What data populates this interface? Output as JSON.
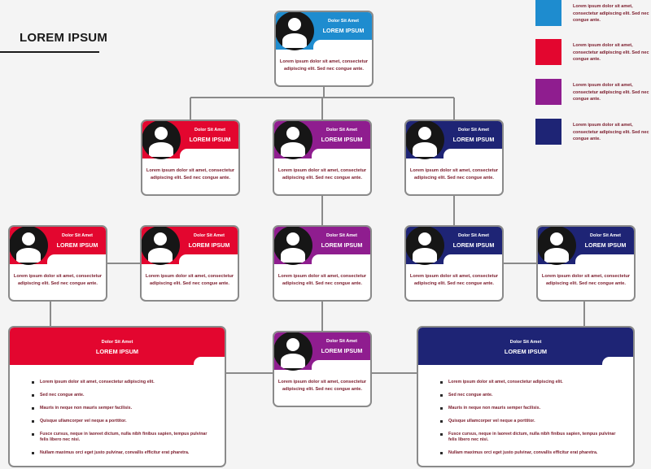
{
  "title": "LOREM IPSUM",
  "colors": {
    "red": "#e3062f",
    "purple": "#8f1d8f",
    "navy": "#1e2475",
    "blue": "#1e8ccf",
    "connector": "#8a8a8a",
    "text": "#7a1a2a"
  },
  "legend": [
    {
      "color": "blue",
      "text": "Lorem ipsum dolor sit amet, consectetur adipiscing elit. Sed nec congue ante."
    },
    {
      "color": "red",
      "text": "Lorem ipsum dolor sit amet, consectetur adipiscing elit. Sed nec congue ante."
    },
    {
      "color": "purple",
      "text": "Lorem ipsum dolor sit amet, consectetur adipiscing elit. Sed nec congue ante."
    },
    {
      "color": "navy",
      "text": "Lorem ipsum dolor sit amet, consectetur adipiscing elit. Sed nec congue ante."
    }
  ],
  "nodes": [
    {
      "id": "root",
      "color": "blue",
      "icon": "person-avatar-icon",
      "subtitle": "Dolor Sit Amet",
      "title": "LOREM IPSUM",
      "text": "Lorem ipsum dolor sit amet, consectetur adipiscing elit. Sed nec congue ante."
    },
    {
      "id": "l2-red",
      "color": "red",
      "icon": "person-avatar-icon",
      "subtitle": "Dolor Sit Amet",
      "title": "LOREM IPSUM",
      "text": "Lorem ipsum dolor sit amet, consectetur adipiscing elit. Sed nec congue ante."
    },
    {
      "id": "l2-purple",
      "color": "purple",
      "icon": "person-avatar-icon",
      "subtitle": "Dolor Sit Amet",
      "title": "LOREM IPSUM",
      "text": "Lorem ipsum dolor sit amet, consectetur adipiscing elit. Sed nec congue ante."
    },
    {
      "id": "l2-navy",
      "color": "navy",
      "icon": "person-avatar-icon",
      "subtitle": "Dolor Sit Amet",
      "title": "LOREM IPSUM",
      "text": "Lorem ipsum dolor sit amet, consectetur adipiscing elit. Sed nec congue ante."
    },
    {
      "id": "l3-red-a",
      "color": "red",
      "icon": "person-avatar-icon",
      "subtitle": "Dolor Sit Amet",
      "title": "LOREM IPSUM",
      "text": "Lorem ipsum dolor sit amet, consectetur adipiscing elit. Sed nec congue ante."
    },
    {
      "id": "l3-red-b",
      "color": "red",
      "icon": "person-avatar-icon",
      "subtitle": "Dolor Sit Amet",
      "title": "LOREM IPSUM",
      "text": "Lorem ipsum dolor sit amet, consectetur adipiscing elit. Sed nec congue ante."
    },
    {
      "id": "l3-purple",
      "color": "purple",
      "icon": "person-avatar-icon",
      "subtitle": "Dolor Sit Amet",
      "title": "LOREM IPSUM",
      "text": "Lorem ipsum dolor sit amet, consectetur adipiscing elit. Sed nec congue ante."
    },
    {
      "id": "l3-navy-a",
      "color": "navy",
      "icon": "person-avatar-icon",
      "subtitle": "Dolor Sit Amet",
      "title": "LOREM IPSUM",
      "text": "Lorem ipsum dolor sit amet, consectetur adipiscing elit. Sed nec congue ante."
    },
    {
      "id": "l3-navy-b",
      "color": "navy",
      "icon": "person-avatar-icon",
      "subtitle": "Dolor Sit Amet",
      "title": "LOREM IPSUM",
      "text": "Lorem ipsum dolor sit amet, consectetur adipiscing elit. Sed nec congue ante."
    },
    {
      "id": "l4-purple",
      "color": "purple",
      "icon": "person-avatar-icon",
      "subtitle": "Dolor Sit Amet",
      "title": "LOREM IPSUM",
      "text": "Lorem ipsum dolor sit amet, consectetur adipiscing elit. Sed nec congue ante."
    }
  ],
  "big_cards": [
    {
      "id": "big-red",
      "color": "red",
      "subtitle": "Dolor Sit Amet",
      "title": "LOREM IPSUM",
      "items": [
        "Lorem ipsum dolor sit amet, consectetur adipiscing elit.",
        "Sed nec congue ante.",
        "Mauris in neque non mauris semper facilisis.",
        "Quisque ullamcorper vel neque a porttitor.",
        "Fusce cursus, neque in laoreet dictum, nulla nibh finibus sapien, tempus pulvinar felis libero nec nisi.",
        "Nullam maximus orci eget justo pulvinar, convallis efficitur erat pharetra."
      ]
    },
    {
      "id": "big-navy",
      "color": "navy",
      "subtitle": "Dolor Sit Amet",
      "title": "LOREM IPSUM",
      "items": [
        "Lorem ipsum dolor sit amet, consectetur adipiscing elit.",
        "Sed nec congue ante.",
        "Mauris in neque non mauris semper facilisis.",
        "Quisque ullamcorper vel neque a porttitor.",
        "Fusce cursus, neque in laoreet dictum, nulla nibh finibus sapien, tempus pulvinar felis libero nec nisi.",
        "Nullam maximus orci eget justo pulvinar, convallis efficitur erat pharetra."
      ]
    }
  ],
  "edges": [
    [
      "root",
      "l2-red"
    ],
    [
      "root",
      "l2-purple"
    ],
    [
      "root",
      "l2-navy"
    ],
    [
      "l2-purple",
      "l3-purple"
    ],
    [
      "l2-navy",
      "l3-navy-a"
    ],
    [
      "l3-red-a",
      "l3-red-b"
    ],
    [
      "l3-navy-a",
      "l3-navy-b"
    ],
    [
      "l3-purple",
      "l4-purple"
    ],
    [
      "l3-red-a",
      "big-red"
    ],
    [
      "l3-navy-b",
      "big-navy"
    ],
    [
      "big-red",
      "l4-purple"
    ],
    [
      "l4-purple",
      "big-navy"
    ]
  ]
}
